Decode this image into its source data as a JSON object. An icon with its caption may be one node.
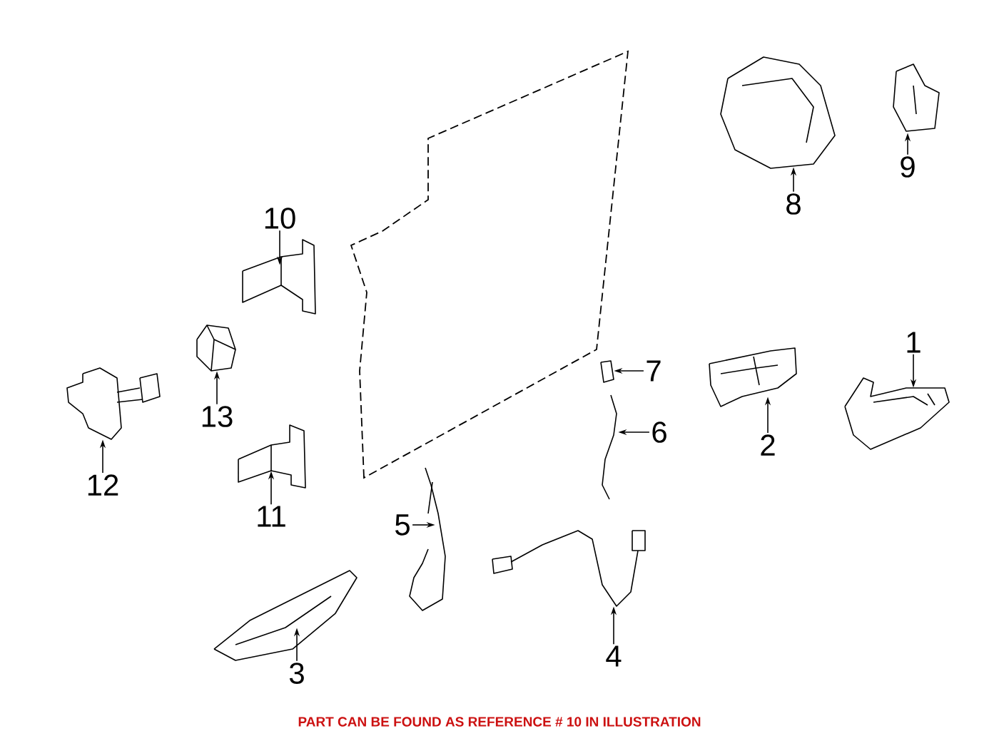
{
  "diagram": {
    "caption": "PART CAN BE FOUND AS REFERENCE # 10 IN ILLUSTRATION",
    "nodes": [
      {
        "text": [
          "1"
        ]
      },
      {
        "text": [
          "2"
        ]
      },
      {
        "text": [
          "3"
        ]
      },
      {
        "text": [
          "4"
        ]
      },
      {
        "text": [
          "5"
        ]
      },
      {
        "text": [
          "6"
        ]
      },
      {
        "text": [
          "7"
        ]
      },
      {
        "text": [
          "8"
        ]
      },
      {
        "text": [
          "9"
        ]
      },
      {
        "text": [
          "10"
        ]
      },
      {
        "text": [
          "11"
        ]
      },
      {
        "text": [
          "12"
        ]
      },
      {
        "text": [
          "13"
        ]
      },
      {
        "text": [],
        "shape": "picture"
      },
      {
        "text": [],
        "shape": "picture"
      },
      {
        "text": [],
        "shape": "picture"
      },
      {
        "text": [],
        "shape": "picture"
      },
      {
        "text": [],
        "shape": "picture"
      },
      {
        "text": [],
        "shape": "picture"
      },
      {
        "text": [],
        "shape": "picture"
      },
      {
        "text": [],
        "shape": "picture"
      },
      {
        "text": [],
        "shape": "picture"
      },
      {
        "text": [],
        "shape": "picture"
      },
      {
        "text": [],
        "shape": "picture"
      },
      {
        "text": [],
        "shape": "picture"
      },
      {
        "text": [],
        "shape": "picture"
      }
    ],
    "edges": [
      {
        "from": 0,
        "to": 13,
        "arrow": "to"
      },
      {
        "from": 1,
        "to": 14,
        "arrow": "to"
      },
      {
        "from": 2,
        "to": 15,
        "arrow": "to"
      },
      {
        "from": 3,
        "to": 16,
        "arrow": "to"
      },
      {
        "from": 4,
        "to": 17,
        "arrow": "to"
      },
      {
        "from": 5,
        "to": 18,
        "arrow": "to"
      },
      {
        "from": 6,
        "to": 19,
        "arrow": "to"
      },
      {
        "from": 7,
        "to": 20,
        "arrow": "to"
      },
      {
        "from": 8,
        "to": 21,
        "arrow": "to"
      },
      {
        "from": 9,
        "to": 22,
        "arrow": "to"
      },
      {
        "from": 10,
        "to": 23,
        "arrow": "to"
      },
      {
        "from": 11,
        "to": 24,
        "arrow": "to"
      },
      {
        "from": 12,
        "to": 25,
        "arrow": "to"
      }
    ]
  }
}
